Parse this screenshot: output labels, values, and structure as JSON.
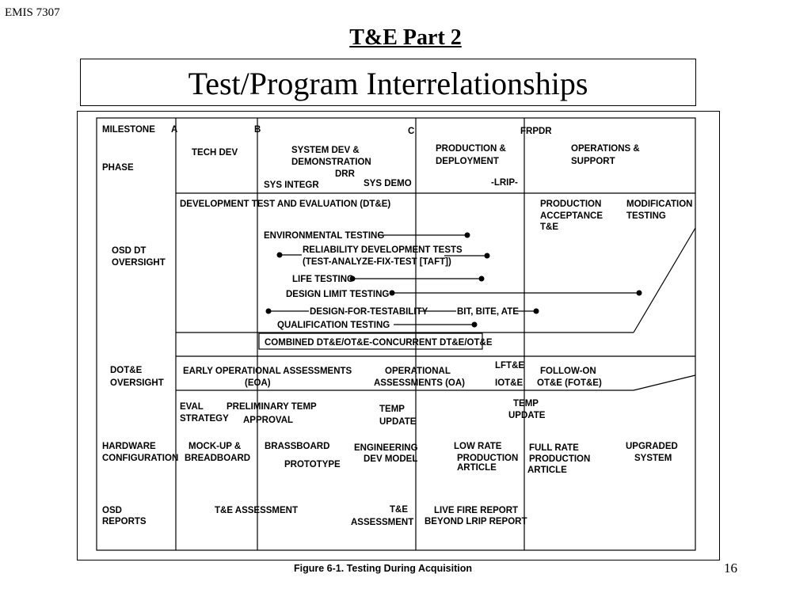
{
  "header": {
    "course": "EMIS 7307",
    "part": "T&E  Part 2",
    "title": "Test/Program Interrelationships",
    "page_number": "16"
  },
  "figure": {
    "caption": "Figure 6-1. Testing During Acquisition",
    "row_labels": {
      "milestone": "MILESTONE",
      "phase": "PHASE",
      "osd_dt_1": "OSD DT",
      "osd_dt_2": "OVERSIGHT",
      "dote_1": "DOT&E",
      "dote_2": "OVERSIGHT",
      "hw_1": "HARDWARE",
      "hw_2": "CONFIGURATION",
      "osd_rep_1": "OSD",
      "osd_rep_2": "REPORTS"
    },
    "milestones": {
      "a": "A",
      "b": "B",
      "c": "C",
      "frpdr": "FRPDR"
    },
    "phases": {
      "tech_dev": "TECH DEV",
      "sdd_1": "SYSTEM DEV &",
      "sdd_2": "DEMONSTRATION",
      "drr": "DRR",
      "sys_integr": "SYS INTEGR",
      "sys_demo": "SYS DEMO",
      "pd_1": "PRODUCTION &",
      "pd_2": "DEPLOYMENT",
      "lrip": "-LRIP-",
      "os_1": "OPERATIONS &",
      "os_2": "SUPPORT"
    },
    "dt": {
      "dte": "DEVELOPMENT TEST AND EVALUATION (DT&E)",
      "pat_1": "PRODUCTION",
      "pat_2": "ACCEPTANCE",
      "pat_3": "T&E",
      "mod_1": "MODIFICATION",
      "mod_2": "TESTING",
      "env": "ENVIRONMENTAL TESTING",
      "rel_1": "RELIABILITY DEVELOPMENT TESTS",
      "rel_2": "(TEST-ANALYZE-FIX-TEST [TAFT])",
      "life": "LIFE TESTING",
      "dlt": "DESIGN LIMIT TESTING",
      "dft": "DESIGN-FOR-TESTABILITY",
      "bit": "BIT, BITE, ATE",
      "qual": "QUALIFICATION TESTING",
      "combined": "COMBINED DT&E/OT&E-CONCURRENT DT&E/OT&E"
    },
    "ot": {
      "eoa_1": "EARLY OPERATIONAL ASSESSMENTS",
      "eoa_2": "(EOA)",
      "oa_1": "OPERATIONAL",
      "oa_2": "ASSESSMENTS (OA)",
      "lfte": "LFT&E",
      "iote": "IOT&E",
      "fot_1": "FOLLOW-ON",
      "fot_2": "OT&E (FOT&E)"
    },
    "docs": {
      "eval_1": "EVAL",
      "eval_2": "STRATEGY",
      "prelim_1": "PRELIMINARY TEMP",
      "prelim_2": "APPROVAL",
      "temp1_1": "TEMP",
      "temp1_2": "UPDATE",
      "temp2_1": "TEMP",
      "temp2_2": "UPDATE"
    },
    "hardware": {
      "mock_1": "MOCK-UP &",
      "mock_2": "BREADBOARD",
      "brass": "BRASSBOARD",
      "proto": "PROTOTYPE",
      "eng_1": "ENGINEERING",
      "eng_2": "DEV MODEL",
      "lrpa_1": "LOW RATE",
      "lrpa_2": "PRODUCTION",
      "lrpa_3": "ARTICLE",
      "frpa_1": "FULL RATE",
      "frpa_2": "PRODUCTION",
      "frpa_3": "ARTICLE",
      "up_1": "UPGRADED",
      "up_2": "SYSTEM"
    },
    "reports": {
      "tea": "T&E ASSESSMENT",
      "tea2_1": "T&E",
      "tea2_2": "ASSESSMENT",
      "lf_1": "LIVE FIRE REPORT",
      "lf_2": "BEYOND LRIP REPORT"
    }
  }
}
